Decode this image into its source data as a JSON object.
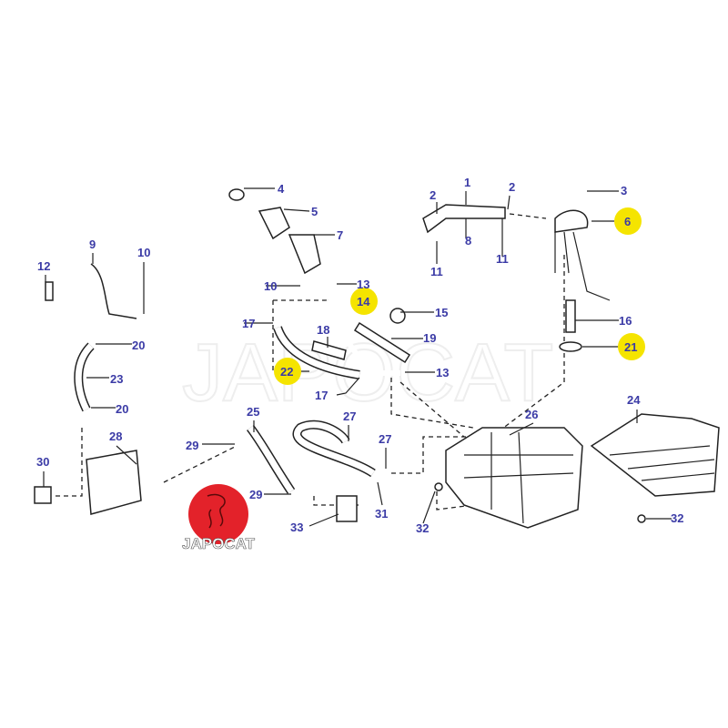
{
  "watermark": "JAPOCAT",
  "logo": {
    "text": "JAPOCAT",
    "color": "#e3222a"
  },
  "highlight_color": "#f5e400",
  "label_color": "#3b3ba6",
  "labels": [
    "4",
    "5",
    "7",
    "10",
    "13",
    "14",
    "15",
    "17",
    "18",
    "19",
    "22",
    "13",
    "17",
    "1",
    "2",
    "2",
    "3",
    "6",
    "8",
    "11",
    "11",
    "16",
    "21",
    "9",
    "10",
    "12",
    "20",
    "23",
    "20",
    "28",
    "30",
    "25",
    "29",
    "29",
    "27",
    "27",
    "33",
    "31",
    "26",
    "32",
    "24",
    "32"
  ],
  "highlighted_labels": [
    "14",
    "22",
    "6",
    "21"
  ]
}
